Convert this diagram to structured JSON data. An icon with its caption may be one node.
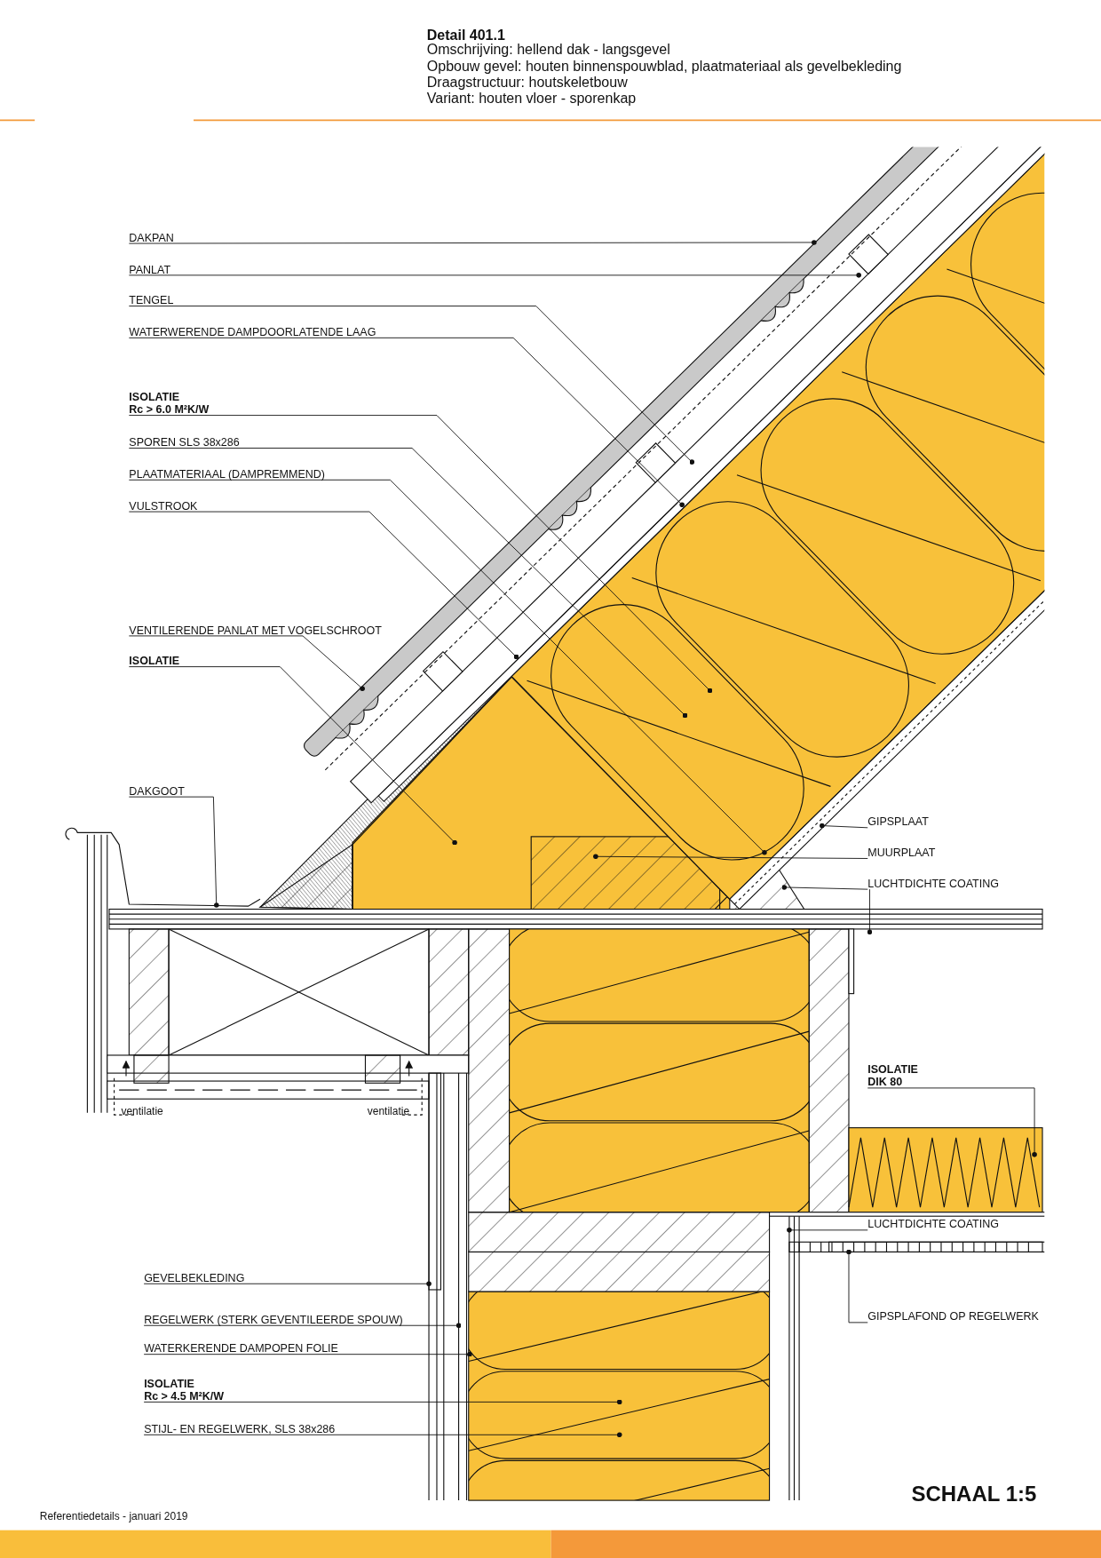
{
  "diagram": {
    "title": "Detail 401.1",
    "nodes": [
      {
        "text": [
          "DAKPAN"
        ]
      },
      {
        "text": [
          "PANLAT"
        ]
      },
      {
        "text": [
          "TENGEL"
        ]
      },
      {
        "text": [
          "WATERWERENDE DAMPDOORLATENDE LAAG"
        ]
      },
      {
        "text": [
          "ISOLATIE",
          "Rc > 6.0 M²K/W"
        ]
      },
      {
        "text": [
          "SPOREN SLS 38x286"
        ]
      },
      {
        "text": [
          "PLAATMATERIAAL (DAMPREMMEND)"
        ]
      },
      {
        "text": [
          "VULSTROOK"
        ]
      },
      {
        "text": [
          "VENTILERENDE PANLAT MET VOGELSCHROOT"
        ]
      },
      {
        "text": [
          "ISOLATIE"
        ]
      },
      {
        "text": [
          "DAKGOOT"
        ]
      },
      {
        "text": [
          "GIPSPLAAT"
        ]
      },
      {
        "text": [
          "MUURPLAAT"
        ]
      },
      {
        "text": [
          "LUCHTDICHTE COATING"
        ]
      },
      {
        "text": [
          "ISOLATIE",
          "DIK 80"
        ]
      },
      {
        "text": [
          "LUCHTDICHTE COATING"
        ]
      },
      {
        "text": [
          "GIPSPLAFOND OP REGELWERK"
        ]
      },
      {
        "text": [
          "GEVELBEKLEDING"
        ]
      },
      {
        "text": [
          "REGELWERK (STERK GEVENTILEERDE SPOUW)"
        ]
      },
      {
        "text": [
          "WATERKERENDE DAMPOPEN FOLIE"
        ]
      },
      {
        "text": [
          "ISOLATIE",
          "Rc > 4.5 M²K/W"
        ]
      },
      {
        "text": [
          "STIJL- EN REGELWERK, SLS 38x286"
        ]
      },
      {
        "text": [],
        "shape": "box"
      },
      {
        "text": [],
        "shape": "box"
      }
    ],
    "edges": [
      {
        "from": 0,
        "to": null,
        "arrow": "other"
      },
      {
        "from": 1,
        "to": null,
        "arrow": "other"
      },
      {
        "from": 2,
        "to": null,
        "arrow": "other"
      },
      {
        "from": 3,
        "to": null,
        "arrow": "other"
      },
      {
        "from": 4,
        "to": null,
        "arrow": "other"
      },
      {
        "from": 5,
        "to": null,
        "arrow": "other"
      },
      {
        "from": 6,
        "to": null,
        "arrow": "other"
      },
      {
        "from": 7,
        "to": null,
        "arrow": "other"
      },
      {
        "from": 8,
        "to": null,
        "arrow": "other"
      },
      {
        "from": 9,
        "to": null,
        "arrow": "other"
      },
      {
        "from": 10,
        "to": null,
        "arrow": "other"
      },
      {
        "from": 11,
        "to": null,
        "arrow": "other"
      },
      {
        "from": 12,
        "to": null,
        "arrow": "other"
      },
      {
        "from": 13,
        "to": null,
        "arrow": "other"
      },
      {
        "from": 13,
        "to": null,
        "arrow": "other"
      },
      {
        "from": 14,
        "to": null,
        "arrow": "other"
      },
      {
        "from": 15,
        "to": null,
        "arrow": "other"
      },
      {
        "from": 16,
        "to": 23,
        "arrow": "other"
      },
      {
        "from": 17,
        "to": 22,
        "arrow": "other"
      },
      {
        "from": 18,
        "to": null,
        "arrow": "other"
      },
      {
        "from": 19,
        "to": null,
        "arrow": "other"
      },
      {
        "from": 20,
        "to": null,
        "arrow": "other"
      },
      {
        "from": 21,
        "to": null,
        "arrow": "other"
      }
    ],
    "labels": [
      "Omschrijving: hellend dak - langsgevel",
      "Opbouw gevel: houten binnenspouwblad, plaatmateriaal als gevelbekleding",
      "Draagstructuur: houtskeletbouw",
      "Variant: houten vloer - sporenkap",
      "ventilatie",
      "ventilatie",
      "SCHAAL 1:5",
      "Referentiedetails - januari 2019"
    ]
  }
}
